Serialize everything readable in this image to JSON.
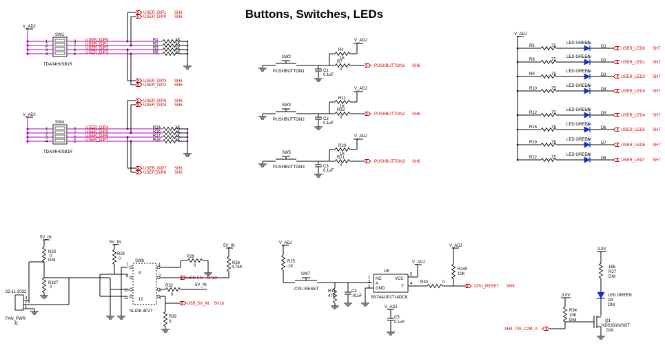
{
  "title": "Buttons, Switches, LEDs",
  "power": {
    "vadj": "V_ADJ",
    "v5in": "5V_IN",
    "v30": "3.0V"
  },
  "dip_sw1": {
    "ref": "SW1",
    "part": "TDA04H0SB1R",
    "top_nets": [
      {
        "net": "USER_DIP1",
        "sheet": "SH6"
      },
      {
        "net": "USER_DIP0",
        "sheet": "SH6"
      }
    ],
    "bottom_nets": [
      {
        "net": "USER_DIP3",
        "sheet": "SH6"
      },
      {
        "net": "USER_DIP2",
        "sheet": "SH6"
      }
    ],
    "rows": [
      {
        "pl": "1",
        "pr": "8",
        "net": "USER_DIP0",
        "res": "R1",
        "val": "1K"
      },
      {
        "pl": "2",
        "pr": "7",
        "net": "USER_DIP1",
        "res": "R2",
        "val": "1K"
      },
      {
        "pl": "3",
        "pr": "6",
        "net": "USER_DIP2",
        "res": "R3",
        "val": "1K"
      },
      {
        "pl": "4",
        "pr": "5",
        "net": "USER_DIP3",
        "res": "R6",
        "val": "1K"
      }
    ]
  },
  "dip_sw4": {
    "ref": "SW4",
    "part": "TDA04H0SB1R",
    "top_nets": [
      {
        "net": "USER_DIP5",
        "sheet": "SH6"
      },
      {
        "net": "USER_DIP4",
        "sheet": "SH6"
      }
    ],
    "bottom_nets": [
      {
        "net": "USER_DIP7",
        "sheet": "SH6"
      },
      {
        "net": "USER_DIP6",
        "sheet": "SH6"
      }
    ],
    "rows": [
      {
        "pl": "1",
        "pr": "8",
        "net": "USER_DIP4",
        "res": "R14",
        "val": "1K"
      },
      {
        "pl": "2",
        "pr": "7",
        "net": "USER_DIP5",
        "res": "R16",
        "val": "1K"
      },
      {
        "pl": "3",
        "pr": "6",
        "net": "USER_DIP6",
        "res": "R17",
        "val": "1K"
      },
      {
        "pl": "4",
        "pr": "5",
        "net": "USER_DIP7",
        "res": "R18",
        "val": "1K"
      }
    ]
  },
  "pushbuttons": [
    {
      "sw": "SW2",
      "name": "PUSHBUTTON1",
      "rup": "R4",
      "rupv": "1K",
      "rs": "R7",
      "rsv": "0",
      "cap": "C1",
      "capv": "0.1uF",
      "net": "PUSHBUTTON1",
      "sheet": "SH6"
    },
    {
      "sw": "SW3",
      "name": "PUSHBUTTON2",
      "rup": "R11",
      "rupv": "1K",
      "rs": "R13",
      "rsv": "0",
      "cap": "C2",
      "capv": "0.1uF",
      "net": "PUSHBUTTON2",
      "sheet": "SH6"
    },
    {
      "sw": "SW5",
      "name": "PUSHBUTTON3",
      "rup": "R20",
      "rupv": "1K",
      "rs": "R21",
      "rsv": "0",
      "cap": "C3",
      "capv": "0.1uF",
      "net": "PUSHBUTTON3",
      "sheet": "SH6"
    }
  ],
  "leds": {
    "color": "LED GREEN",
    "rows": [
      {
        "res": "R5",
        "val": "75",
        "led": "D1",
        "net": "USER_LED0",
        "sheet": "SH7"
      },
      {
        "res": "R8",
        "val": "75",
        "led": "D2",
        "net": "USER_LED1",
        "sheet": "SH7"
      },
      {
        "res": "R9",
        "val": "75",
        "led": "D3",
        "net": "USER_LED2",
        "sheet": "SH7"
      },
      {
        "res": "R10",
        "val": "75",
        "led": "D4",
        "net": "USER_LED3",
        "sheet": "SH7"
      },
      {
        "res": "R12",
        "val": "75",
        "led": "D5",
        "net": "USER_LED4",
        "sheet": "SH7"
      },
      {
        "res": "R15",
        "val": "75",
        "led": "D6",
        "net": "USER_LED5",
        "sheet": "SH7"
      },
      {
        "res": "R19",
        "val": "75",
        "led": "D7",
        "net": "USER_LED6",
        "sheet": "SH7"
      },
      {
        "res": "R22",
        "val": "75",
        "led": "D8",
        "net": "USER_LED7",
        "sheet": "SH7"
      }
    ]
  },
  "fan": {
    "connector": "22-11-2032",
    "name": "FAN_PWR",
    "ref": "J1",
    "pins": [
      "3",
      "2",
      "1"
    ],
    "r23": "R23",
    "r23v": "0",
    "r23n": "DNI",
    "r327": "R327",
    "r327v": "0"
  },
  "slide": {
    "ref": "SW6",
    "part": "SLIDE-4P2T",
    "r24": "R24",
    "r24v": "0",
    "r29": "R29",
    "r29v": "0",
    "r32": "R32",
    "r32v": "0",
    "r33": "R33",
    "r33v": "0",
    "r26": "R26",
    "r26v": "4.75K",
    "net_ucd": "UCD EN",
    "net_ucd_sheet": "SH23",
    "net_usb": "USB_5V_IN",
    "net_usb_sheet": "SH18",
    "pins_left": [
      "7",
      "8",
      "10",
      "11"
    ],
    "pins_mid": [
      "9",
      "12"
    ],
    "pins_right": [
      "1",
      "2",
      "3",
      "4"
    ]
  },
  "reset": {
    "sw": "SW7",
    "name": "CPU RESET",
    "r25": "R25",
    "r25v": "1K",
    "r31": "R31",
    "r31v": "47K",
    "c4": "C4",
    "c4v": ".01uF",
    "c5": "C5",
    "c5v": "0.1uF",
    "u": "U6",
    "part": "SN74AUP1T14DCK",
    "pins": {
      "nc": "NC",
      "a": "A",
      "gnd": "GND",
      "vcc": "VCC",
      "y": "Y"
    },
    "pinnums": [
      "1",
      "2",
      "3",
      "5",
      "4"
    ],
    "r30": "R30",
    "r30v": "0",
    "r240": "R240",
    "r240v": "10K",
    "net": "CPU_RESET",
    "sheet": "SH6"
  },
  "pg": {
    "r34": "R34",
    "r34v": "10K",
    "r34n": "DNI",
    "q1": "Q1",
    "q1p": "NDS331N/SOT",
    "q1n": "DNI",
    "d9": "D9",
    "d9v": "LED GREEN",
    "d9n": "DNI",
    "r27": "R27",
    "r27v": "165",
    "r27n": "DNI",
    "net": "PG_C2M_A",
    "sheet": "SH4"
  }
}
